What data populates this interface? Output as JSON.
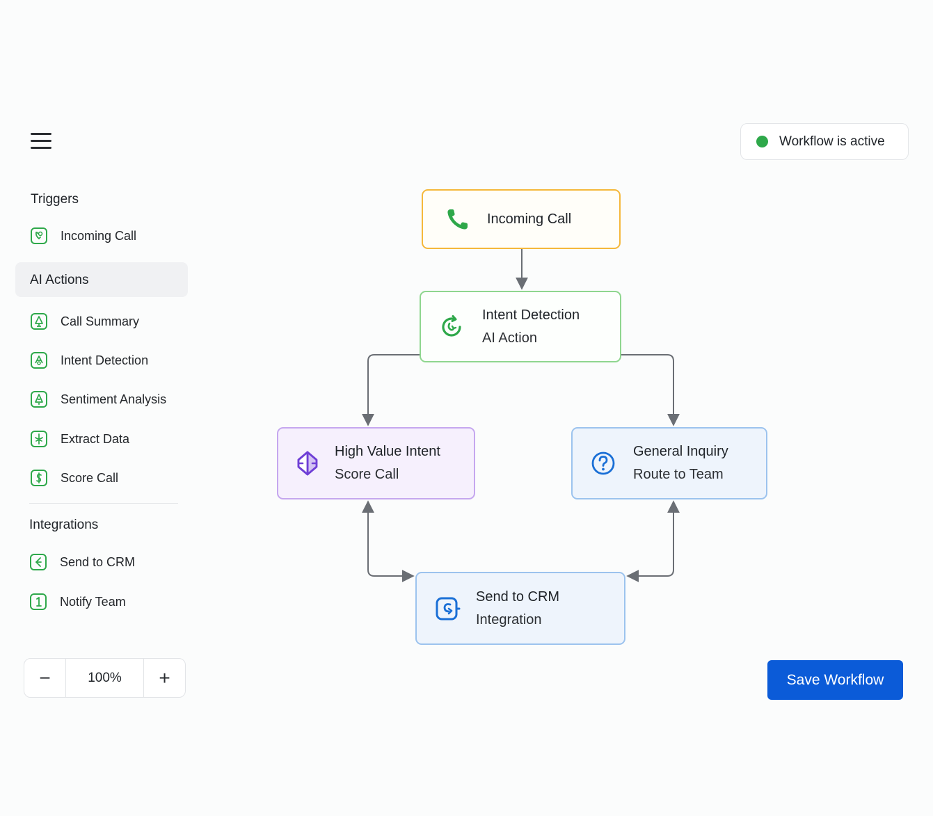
{
  "status": {
    "text": "Workflow is active",
    "dot_color": "#2ea84a"
  },
  "sidebar": {
    "sections": {
      "triggers": {
        "title": "Triggers",
        "items": [
          {
            "label": "Incoming Call",
            "icon": "phone-badge-icon"
          }
        ]
      },
      "ai_actions": {
        "title": "AI Actions",
        "items": [
          {
            "label": "Call Summary",
            "icon": "summary-badge-icon"
          },
          {
            "label": "Intent Detection",
            "icon": "intent-badge-icon"
          },
          {
            "label": "Sentiment Analysis",
            "icon": "sentiment-badge-icon"
          },
          {
            "label": "Extract Data",
            "icon": "extract-badge-icon"
          },
          {
            "label": "Score Call",
            "icon": "score-badge-icon"
          }
        ]
      },
      "integrations": {
        "title": "Integrations",
        "items": [
          {
            "label": "Send to CRM",
            "icon": "crm-badge-icon"
          },
          {
            "label": "Notify Team",
            "icon": "notify-badge-icon"
          }
        ]
      }
    }
  },
  "zoom": {
    "value": "100%",
    "minus": "−",
    "plus": "+"
  },
  "canvas": {
    "nodes": {
      "incoming_call": {
        "title": "Incoming Call",
        "icon": "phone-icon",
        "border_color": "#f5b83b"
      },
      "intent_detection": {
        "title": "Intent Detection",
        "subtitle": "AI Action",
        "icon": "refresh-cycle-icon",
        "border_color": "#8fd68f"
      },
      "high_value": {
        "title": "High Value Intent",
        "subtitle": "Score Call",
        "icon": "diamond-split-icon",
        "border_color": "#c5a7ef"
      },
      "general_inquiry": {
        "title": "General Inquiry",
        "subtitle": "Route to Team",
        "icon": "question-icon",
        "border_color": "#9cc3ee"
      },
      "send_crm": {
        "title": "Send to CRM",
        "subtitle": "Integration",
        "icon": "crm-integration-icon",
        "border_color": "#9cc3ee"
      }
    }
  },
  "actions": {
    "save_label": "Save Workflow",
    "accent": "#0b5bd8"
  },
  "palette": {
    "green_icon": "#2ea84a",
    "purple_icon": "#6f3fd6",
    "blue_icon": "#1a6fd6",
    "edge": "#6a6e74"
  }
}
